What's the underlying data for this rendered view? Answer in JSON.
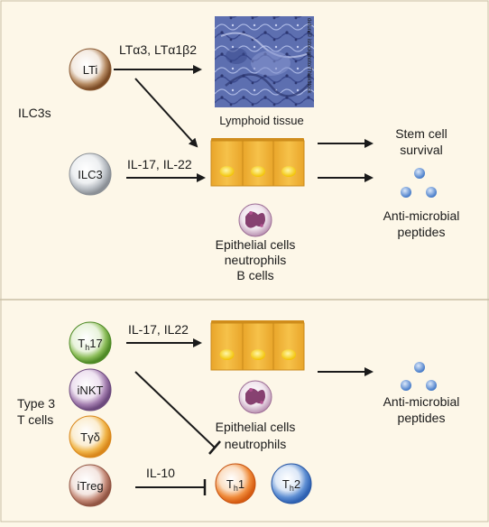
{
  "colors": {
    "background": "#fdf7e8",
    "divider": "#c9bfa6",
    "epithelial_fill": "#f0b93a",
    "epithelial_stroke": "#c98a1a",
    "nucleus": "#f7d21e",
    "peptide": "#4f86d1",
    "neutrophil": "#7a2e62"
  },
  "top_section": {
    "group_label": "ILC3s",
    "cells": {
      "lti": "LTi",
      "ilc3": "ILC3"
    },
    "arrows": {
      "lt_label": "LTα3, LTα1β2",
      "il_label": "IL-17, IL-22"
    },
    "lymphoid": {
      "label": "Lymphoid tissue",
      "credit": "defun/© istockphoto/Thinkstock"
    },
    "targets": {
      "line1": "Epithelial cells",
      "line2": "neutrophils",
      "line3": "B cells"
    },
    "outcomes": {
      "stem_line1": "Stem cell",
      "stem_line2": "survival",
      "amp_line1": "Anti-microbial",
      "amp_line2": "peptides"
    }
  },
  "bottom_section": {
    "group_label_line1": "Type 3",
    "group_label_line2": "T cells",
    "cells": {
      "th17_main": "T",
      "th17_sub": "h",
      "th17_tail": "17",
      "inkt": "iNKT",
      "tgd": "Tγδ",
      "itreg": "iTreg",
      "th1_main": "T",
      "th1_sub": "h",
      "th1_tail": "1",
      "th2_main": "T",
      "th2_sub": "h",
      "th2_tail": "2"
    },
    "arrows": {
      "il_label": "IL-17, IL22",
      "il10_label": "IL-10"
    },
    "targets": {
      "line1": "Epithelial cells",
      "line2": "neutrophils"
    },
    "outcomes": {
      "amp_line1": "Anti-microbial",
      "amp_line2": "peptides"
    }
  }
}
